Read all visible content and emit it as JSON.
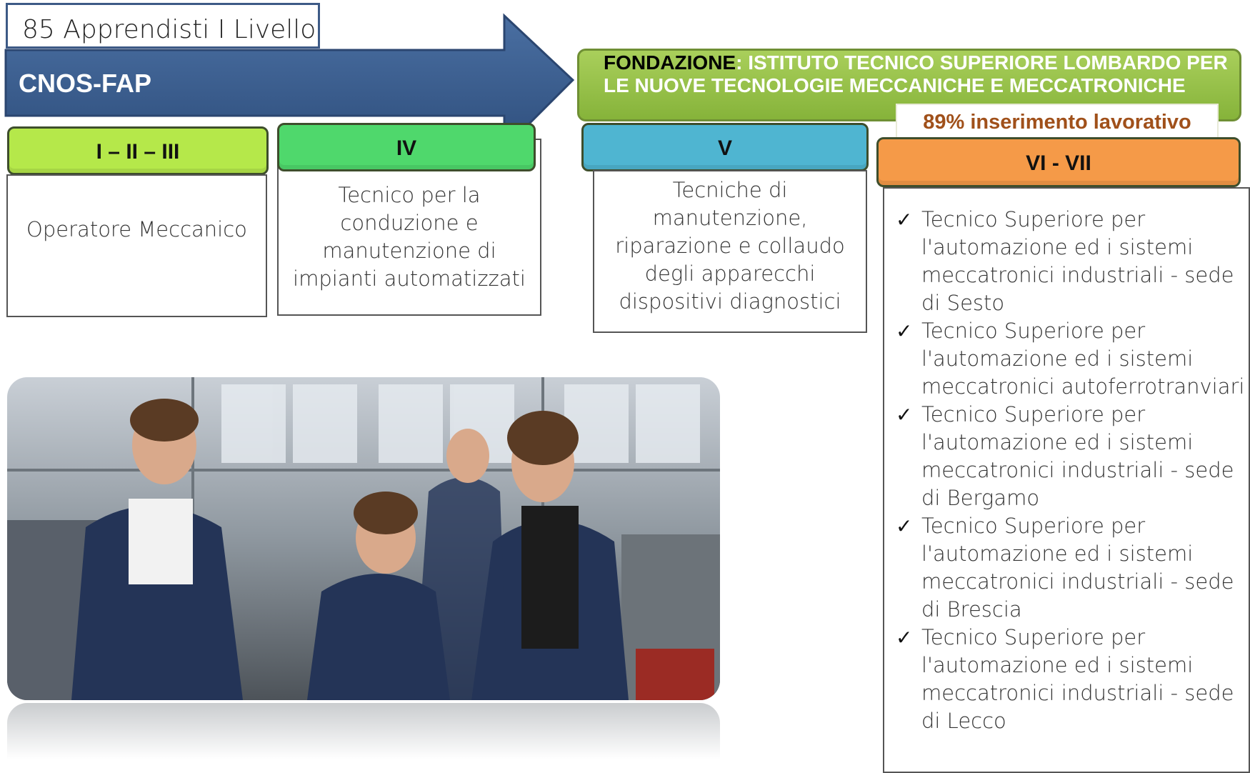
{
  "header": {
    "apprentices_label": "85 Apprendisti I Livello",
    "arrow_label": "CNOS-FAP"
  },
  "fondazione": {
    "prefix": "FONDAZIONE",
    "name": ": ISTITUTO TECNICO SUPERIORE LOMBARDO PER LE NUOVE TECNOLOGIE MECCANICHE E MECCATRONICHE",
    "placement": "89% inserimento lavorativo"
  },
  "levels": [
    {
      "level": "I – II – III",
      "description": "Operatore Meccanico",
      "color": "#b5e84a"
    },
    {
      "level": "IV",
      "description": "Tecnico per la conduzione e manutenzione di impianti automatizzati",
      "color": "#4fd86c"
    },
    {
      "level": "V",
      "description": "Tecniche di manutenzione, riparazione e collaudo degli apparecchi dispositivi diagnostici",
      "color": "#4fb5d1"
    },
    {
      "level": "VI - VII",
      "color": "#f59a48"
    }
  ],
  "its_courses": [
    "Tecnico Superiore per l'automazione ed i sistemi meccatronici industriali - sede di Sesto",
    "Tecnico Superiore per l'automazione ed i sistemi meccatronici autoferrotranviari",
    "Tecnico Superiore per l'automazione ed i sistemi meccatronici industriali  - sede di Bergamo",
    "Tecnico Superiore per l'automazione ed i sistemi meccatronici industriali  - sede di Brescia",
    "Tecnico Superiore per l'automazione ed i sistemi meccatronici industriali  - sede di Lecco"
  ],
  "icons": {
    "check": "check-icon",
    "arrow": "right-arrow-shape"
  },
  "colors": {
    "arrow": "#3d5f8f",
    "fondazione": "#97c24a",
    "percentage": "#a0501a"
  }
}
